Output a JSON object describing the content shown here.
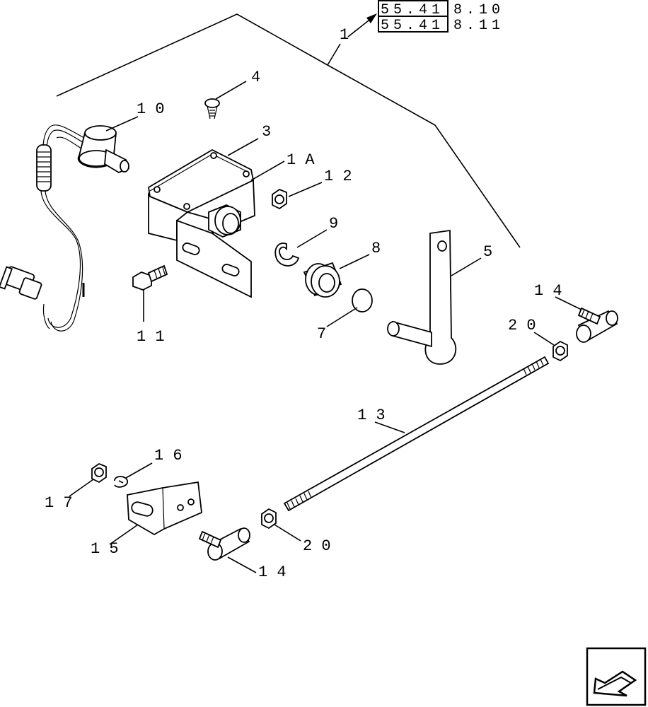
{
  "refs": {
    "ref1_left": "55.41",
    "ref1_right": "8.10",
    "ref2_left": "55.41",
    "ref2_right": "8.11"
  },
  "callouts": {
    "c1": "1",
    "c1A": "1 A",
    "c3": "3",
    "c4": "4",
    "c5": "5",
    "c7": "7",
    "c8": "8",
    "c9": "9",
    "c10": "1 0",
    "c11": "1 1",
    "c12": "1 2",
    "c13": "1 3",
    "c14a": "1 4",
    "c14b": "1 4",
    "c15": "1 5",
    "c16": "1 6",
    "c17": "1 7",
    "c20a": "2 0",
    "c20b": "2 0"
  },
  "nav_icon": "back-arrow-icon"
}
